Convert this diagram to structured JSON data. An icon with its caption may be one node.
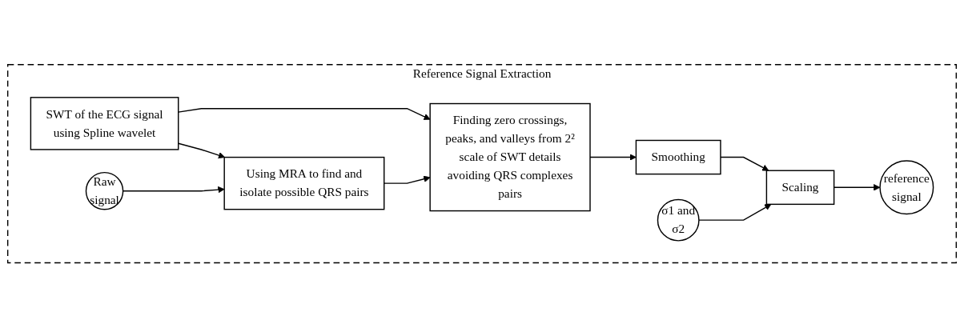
{
  "diagram": {
    "nodes": [
      {
        "text": [
          "Reference Signal Extraction"
        ]
      },
      {
        "text": [
          "SWT of the ECG signal using Spline wavelet"
        ],
        "in": 0
      },
      {
        "text": [
          "σ1 and σ2"
        ],
        "in": 0
      },
      {
        "text": [
          "Raw signal"
        ],
        "in": 0
      },
      {
        "text": [
          "Using MRA to find and isolate possible QRS pairs"
        ],
        "in": 0
      },
      {
        "text": [
          "Finding zero crossings, peaks, and valleys from 2² scale of SWT details avoiding QRS complexes pairs"
        ],
        "in": 0
      },
      {
        "text": [
          "Smoothing"
        ],
        "in": 0
      },
      {
        "text": [
          "Scaling"
        ],
        "in": 0
      },
      {
        "text": [
          "reference signal"
        ],
        "in": 0
      }
    ],
    "edges": [
      {
        "from": 1,
        "to": 4,
        "arrow": "to"
      },
      {
        "from": 1,
        "to": 5,
        "arrow": "to"
      },
      {
        "from": 3,
        "to": 4,
        "arrow": "to"
      },
      {
        "from": 4,
        "to": 5,
        "arrow": "to"
      },
      {
        "from": 5,
        "to": 6,
        "arrow": "to"
      },
      {
        "from": 6,
        "to": 7,
        "arrow": "to"
      },
      {
        "from": 2,
        "to": 7,
        "arrow": "to"
      },
      {
        "from": 7,
        "to": 8,
        "arrow": "to"
      }
    ]
  }
}
